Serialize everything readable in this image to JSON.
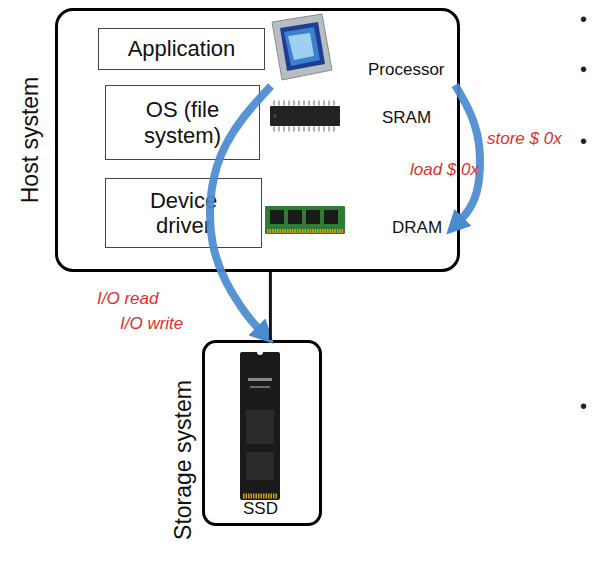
{
  "diagram": {
    "nodes": [
      {
        "text": [
          "Host system"
        ]
      },
      {
        "text": [
          "Application"
        ],
        "in": 0
      },
      {
        "text": [
          "OS (file system)"
        ],
        "in": 0
      },
      {
        "text": [
          "Device driver"
        ],
        "in": 0
      },
      {
        "text": [
          "Processor"
        ],
        "in": 0
      },
      {
        "text": [
          "SRAM"
        ],
        "in": 0
      },
      {
        "text": [
          "DRAM"
        ],
        "in": 0
      },
      {
        "text": [
          "Storage system"
        ]
      },
      {
        "text": [
          "SSD"
        ],
        "in": 7
      }
    ],
    "edges": [
      {
        "from": 4,
        "to": 6,
        "arrow": "to"
      },
      {
        "from": 4,
        "to": 8,
        "arrow": "to"
      },
      {
        "from": 0,
        "to": 7,
        "arrow": "none"
      }
    ],
    "labels": [
      "store $ 0x",
      "load $ 0x",
      "I/O read",
      "I/O write",
      "•",
      "•",
      "•",
      "•"
    ]
  }
}
